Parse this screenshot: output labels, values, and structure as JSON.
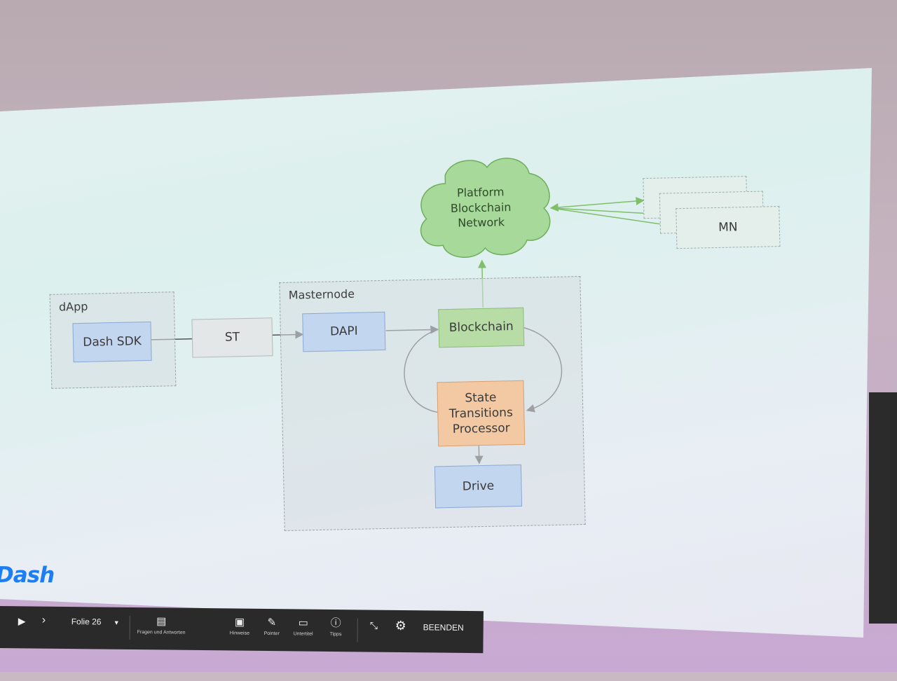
{
  "slide": {
    "dapp_label": "dApp",
    "dash_sdk": "Dash SDK",
    "st": "ST",
    "masternode_label": "Masternode",
    "dapi": "DAPI",
    "blockchain": "Blockchain",
    "state_line1": "State",
    "state_line2": "Transitions",
    "state_line3": "Processor",
    "drive": "Drive",
    "cloud_line1": "Platform",
    "cloud_line2": "Blockchain",
    "cloud_line3": "Network",
    "mn": "MN",
    "logo": "Dash"
  },
  "toolbar": {
    "slide_label": "Folie 26",
    "qa": "Fragen und Antworten",
    "notes": "Hinweise",
    "pointer": "Pointer",
    "subtitles": "Untertitel",
    "tips": "Tipps",
    "end": "BEENDEN"
  },
  "colors": {
    "blue_box": "#c3d6f0",
    "green_box": "#b7dca6",
    "orange_box": "#f3c9a4",
    "grey_box": "#e4e7e8",
    "logo": "#1c7ef2",
    "toolbar": "#2a2a2a"
  },
  "icons": [
    "play-icon",
    "next-icon",
    "dropdown-icon",
    "qa-icon",
    "notes-icon",
    "pointer-icon",
    "subtitles-icon",
    "tips-icon",
    "fullscreen-exit-icon",
    "settings-icon"
  ]
}
